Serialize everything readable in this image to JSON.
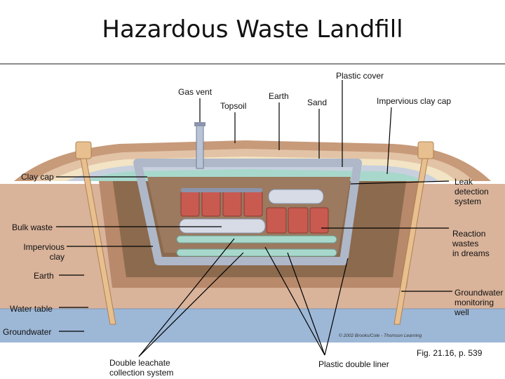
{
  "title": "Hazardous Waste Landfill",
  "labels": {
    "plastic_cover": "Plastic cover",
    "gas_vent": "Gas vent",
    "topsoil": "Topsoil",
    "earth_top": "Earth",
    "sand": "Sand",
    "impervious_clay_cap": "Impervious clay cap",
    "clay_cap": "Clay cap",
    "leak_detection_1": "Leak",
    "leak_detection_2": "detection",
    "leak_detection_3": "system",
    "bulk_waste": "Bulk waste",
    "impervious_clay_1": "Impervious",
    "impervious_clay_2": "clay",
    "reaction_wastes_1": "Reaction",
    "reaction_wastes_2": "wastes",
    "reaction_wastes_3": "in dreams",
    "earth_left": "Earth",
    "groundwater_monitoring_1": "Groundwater",
    "groundwater_monitoring_2": "monitoring",
    "groundwater_monitoring_3": "well",
    "water_table": "Water table",
    "groundwater": "Groundwater",
    "double_leachate_1": "Double leachate",
    "double_leachate_2": "collection system",
    "plastic_double_liner": "Plastic double liner",
    "fig_ref": "Fig. 21.16, p. 539"
  },
  "credit": "© 2002 Brooks/Cole - Thomson Learning",
  "colors": {
    "groundwater": "#9db7d6",
    "earth_outer": "#d9b39a",
    "earth_inner": "#b8896a",
    "clay": "#8c6a4e",
    "liner": "#c8d0de",
    "leak_layer": "#a8d8cc",
    "drum": "#c85a50",
    "tank": "#d6dbe6",
    "well": "#e8c090"
  }
}
